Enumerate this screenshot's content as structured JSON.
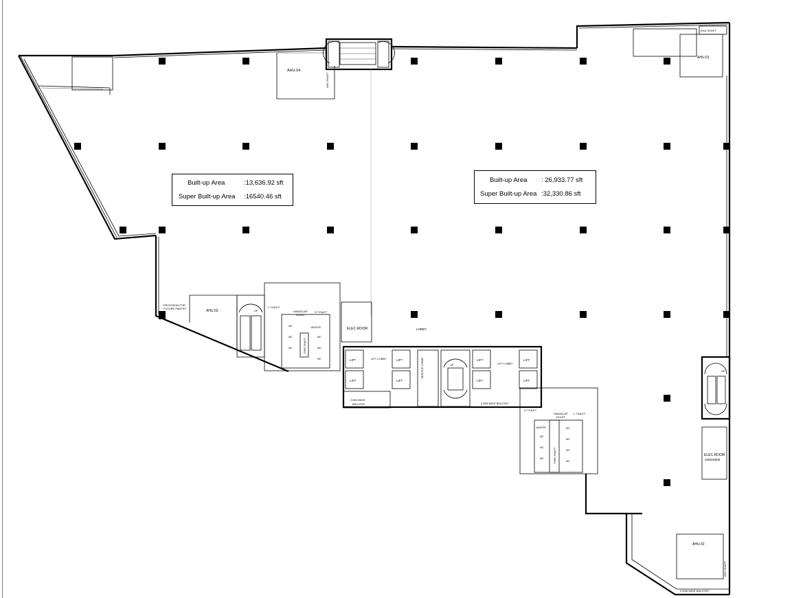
{
  "areas": {
    "left": {
      "builtup_label": "Built-up Area",
      "builtup_value": ":13,636.92 sft",
      "super_label": "Super Built-up Area",
      "super_value": ":16540.46 sft"
    },
    "right": {
      "builtup_label": "Built-up Area",
      "builtup_value": ": 26,933.77 sft",
      "super_label": "Super Built-up Area",
      "super_value": ":32,330.86 sft"
    }
  },
  "rooms": {
    "ahu04": "AHU.04.",
    "ahu01": "AHU.01",
    "ahu03": "AHU.03",
    "ahu02": "AHU.02",
    "ahu_shaft": "AHU SHAFT",
    "pantry_line1": "PROVISION FOR",
    "pantry_line2": "FUTURE PANTRY.",
    "elec_room_center": "ELEC.ROOM",
    "elec_room_right": "ELEC.ROOM",
    "elec_room_right_size": "3250x6500",
    "lobby": "LOBBY",
    "lift_lobby_left": "LIFT LOBBY",
    "lift_lobby_right": "LIFT LOBBY",
    "service_lobby": "SERVICE LOBBY",
    "lift": "LIFT",
    "fire_shaft": "FIRE SHAFT",
    "wc": "WC",
    "janitor": "JANITOR",
    "l_toilet": "L.TOILET",
    "g_toilet": "G.TOILET",
    "handicap_toilet_1": "HANDICAP",
    "handicap_toilet_2": "TOILET",
    "balcony_left_1": "2.00M WIDE",
    "balcony_left_2": "BALCONY",
    "balcony_mid": "2.00M WIDE BALCONY",
    "balcony_bottom": "2.00M WIDE BALCONY",
    "up": "UP"
  }
}
